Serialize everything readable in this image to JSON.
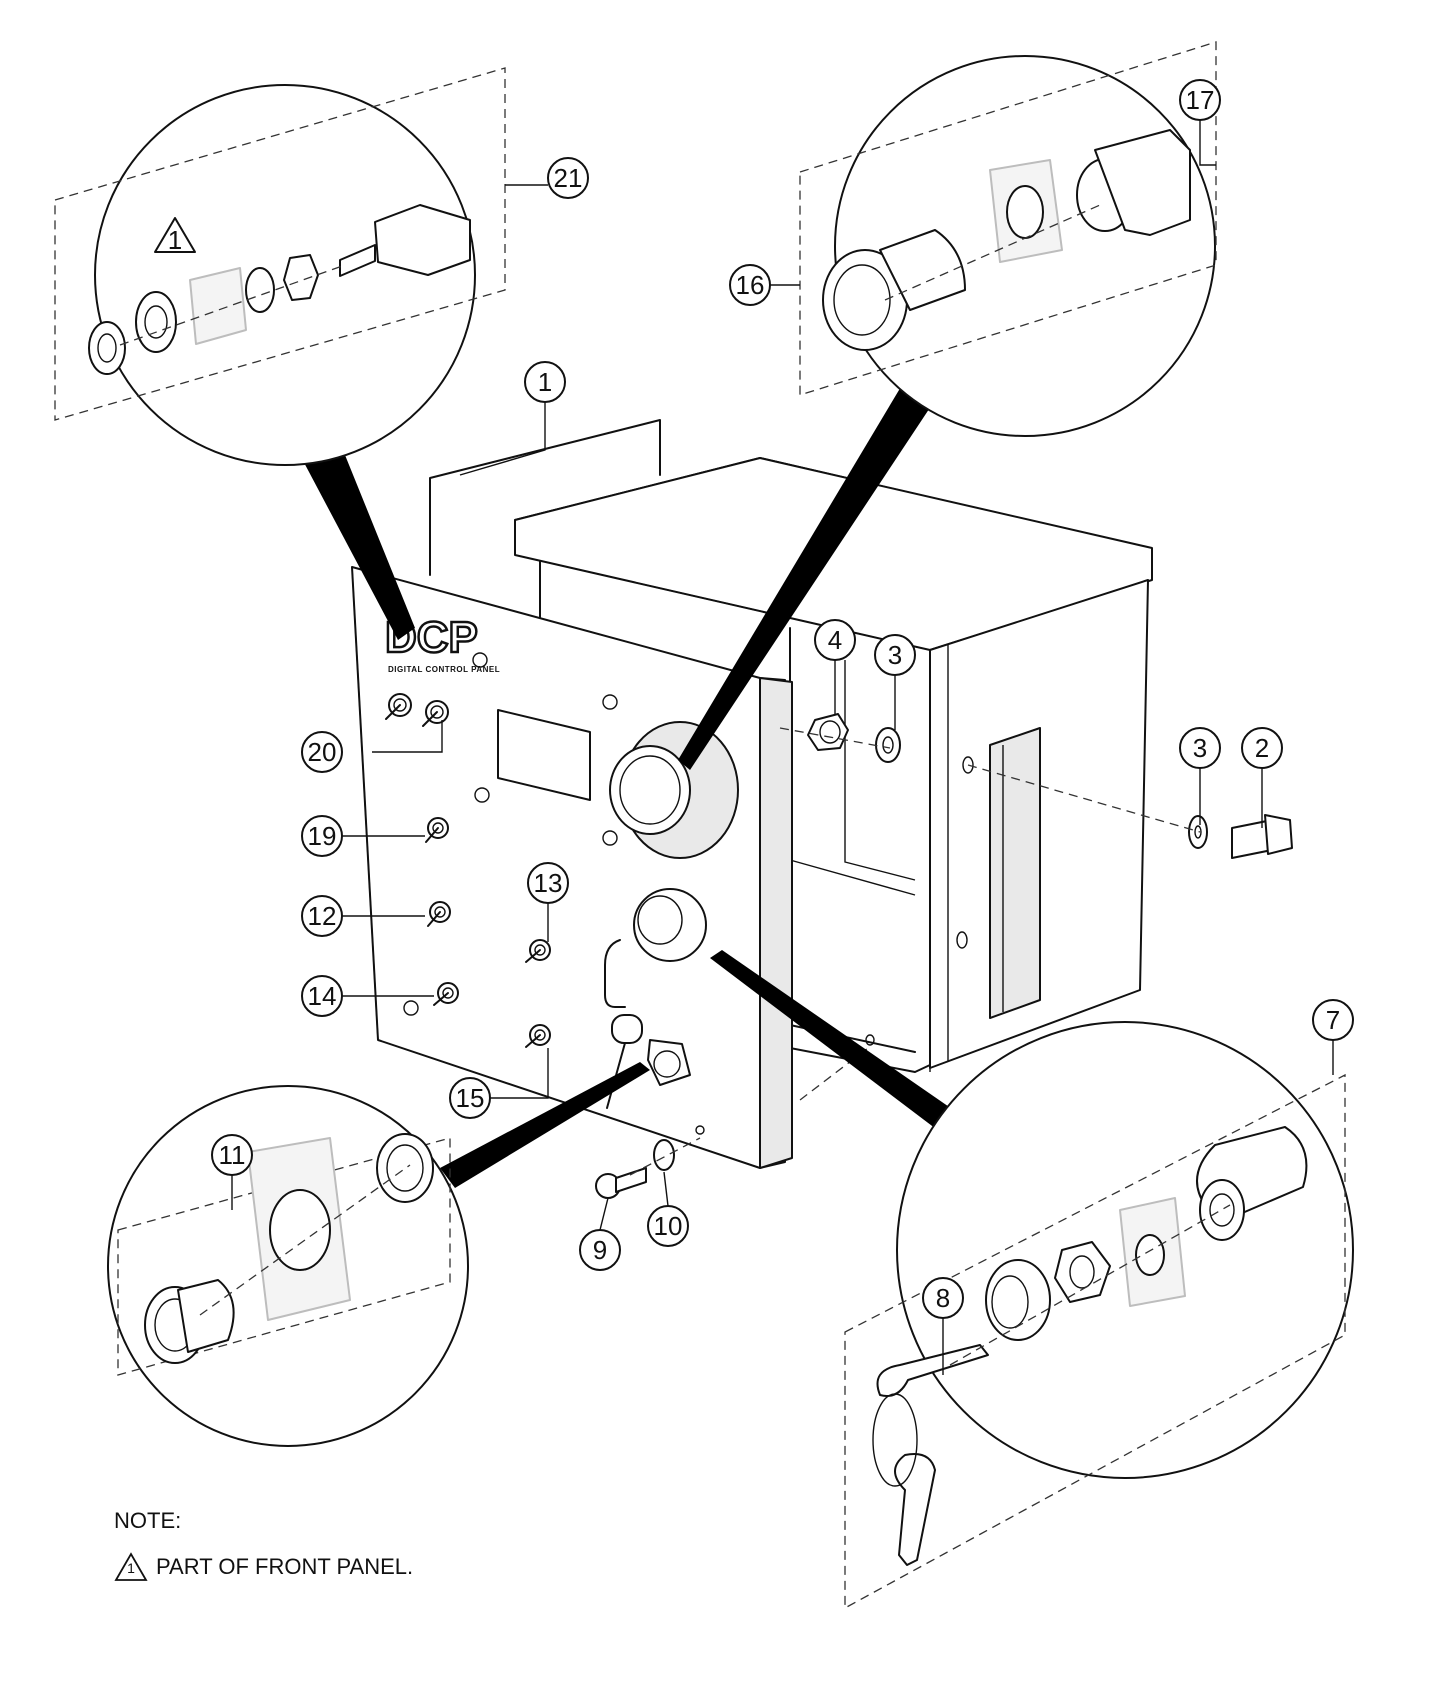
{
  "logo": {
    "main": "DCP",
    "sub": "DIGITAL CONTROL PANEL"
  },
  "note": {
    "title": "NOTE:",
    "flag_number": "1",
    "text": "PART OF FRONT PANEL."
  },
  "detail_flag": "1",
  "callouts": [
    {
      "id": "c1",
      "label": "1"
    },
    {
      "id": "c2",
      "label": "2"
    },
    {
      "id": "c3a",
      "label": "3"
    },
    {
      "id": "c3b",
      "label": "3"
    },
    {
      "id": "c4",
      "label": "4"
    },
    {
      "id": "c7",
      "label": "7"
    },
    {
      "id": "c8",
      "label": "8"
    },
    {
      "id": "c9",
      "label": "9"
    },
    {
      "id": "c10",
      "label": "10"
    },
    {
      "id": "c11",
      "label": "11"
    },
    {
      "id": "c12",
      "label": "12"
    },
    {
      "id": "c13",
      "label": "13"
    },
    {
      "id": "c14",
      "label": "14"
    },
    {
      "id": "c15",
      "label": "15"
    },
    {
      "id": "c16",
      "label": "16"
    },
    {
      "id": "c17",
      "label": "17"
    },
    {
      "id": "c19",
      "label": "19"
    },
    {
      "id": "c20",
      "label": "20"
    },
    {
      "id": "c21",
      "label": "21"
    }
  ]
}
